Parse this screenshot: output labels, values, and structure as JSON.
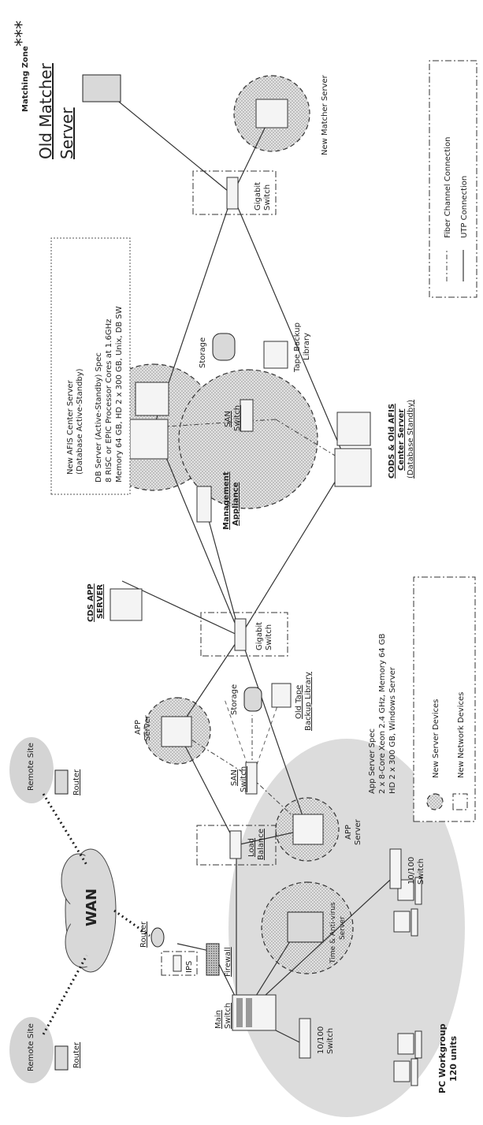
{
  "labels": {
    "remote_site_1": "Remote Site",
    "remote_site_2": "Remote Site",
    "router_1": "Router",
    "router_2": "Router",
    "router_3": "Router",
    "wan": "WAN",
    "ips": "IPS",
    "firewall": "Firewall",
    "main_switch_line1": "Main",
    "main_switch_line2": "Switch",
    "pc_workgroup_line1": "PC Workgroup",
    "pc_workgroup_line2": "120 units",
    "switch_10_100_a_line1": "10/100",
    "switch_10_100_a_line2": "Switch",
    "switch_10_100_b_line1": "10/100",
    "switch_10_100_b_line2": "Switch",
    "time_av_line1": "Time & Anti-virus",
    "time_av_line2": "Server",
    "load_balance_line1": "Load",
    "load_balance_line2": "Balance",
    "app_server_1_line1": "APP",
    "app_server_1_line2": "Server",
    "app_server_2_line1": "APP",
    "app_server_2_line2": "Server",
    "san_switch_1_line1": "SAN",
    "san_switch_1_line2": "Switch",
    "storage_1": "Storage",
    "old_tape_line1": "Old Tape",
    "old_tape_line2": "Backup Library",
    "cds_app_line1": "CDS APP",
    "cds_app_line2": "SERVER",
    "gigabit_switch_1_line1": "Gigabit",
    "gigabit_switch_1_line2": "Switch",
    "app_spec_title": "App Server Spec",
    "app_spec_line1": "2 x 8-Core Xeon 2.4 GHz, Memory 64 GB",
    "app_spec_line2": "HD 2 x 300 GB, Windows Server",
    "mgmt_line1": "Management",
    "mgmt_line2": "Appliance",
    "san_switch_2_line1": "SAN",
    "san_switch_2_line2": "Switch",
    "storage_2": "Storage",
    "tape_backup_line1": "Tape Backup",
    "tape_backup_line2": "Library",
    "new_afis_line1": "New AFIS Center Server",
    "new_afis_line2": "(Database Active-Standby)",
    "db_spec_title": "DB Server (Active-Standby) Spec",
    "db_spec_line1": "8 RISC or EPIC Processor Cores at 1.6GHz",
    "db_spec_line2": "Memory 64 GB, HD 2 x 300 GB, Unix, DB SW",
    "cods_line1": "CODS & Old AFIS",
    "cods_line2": "Center Server",
    "cods_line3": "(Database Standby)",
    "gigabit_switch_2_line1": "Gigabit",
    "gigabit_switch_2_line2": "Switch",
    "matching_zone": "Matching Zone",
    "old_matcher_line1": "Old Matcher",
    "old_matcher_line2": "Server",
    "stars": "***",
    "new_matcher": "New Matcher Server",
    "legend_new_server": "New Server  Devices",
    "legend_new_network": "New Network  Devices",
    "legend_fiber": "Fiber Channel Connection",
    "legend_utp": "UTP Connection"
  }
}
